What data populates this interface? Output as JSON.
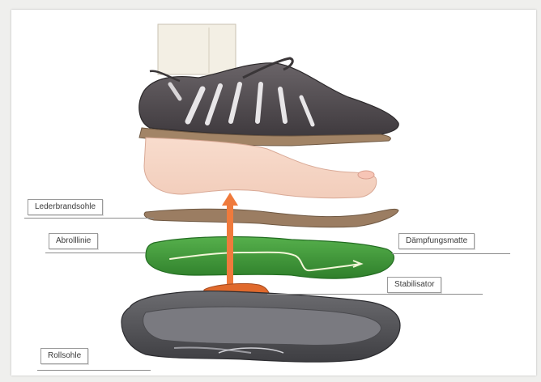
{
  "diagram": {
    "labels": {
      "lederbrandsohle": "Lederbrandsohle",
      "abrolllinie": "Abrolllinie",
      "daempfungsmatte": "Dämpfungsmatte",
      "stabilisator": "Stabilisator",
      "rollsohle": "Rollsohle"
    },
    "colors": {
      "shoe_upper": "#4f4a4e",
      "foot": "#f5d6c6",
      "leather_insole": "#9b7d62",
      "cushion_mat": "#3f9a3a",
      "stabilizer": "#e0692c",
      "arrow": "#ef7a3c",
      "outsole": "#5b5b5e",
      "sock": "#f2efe6"
    }
  }
}
